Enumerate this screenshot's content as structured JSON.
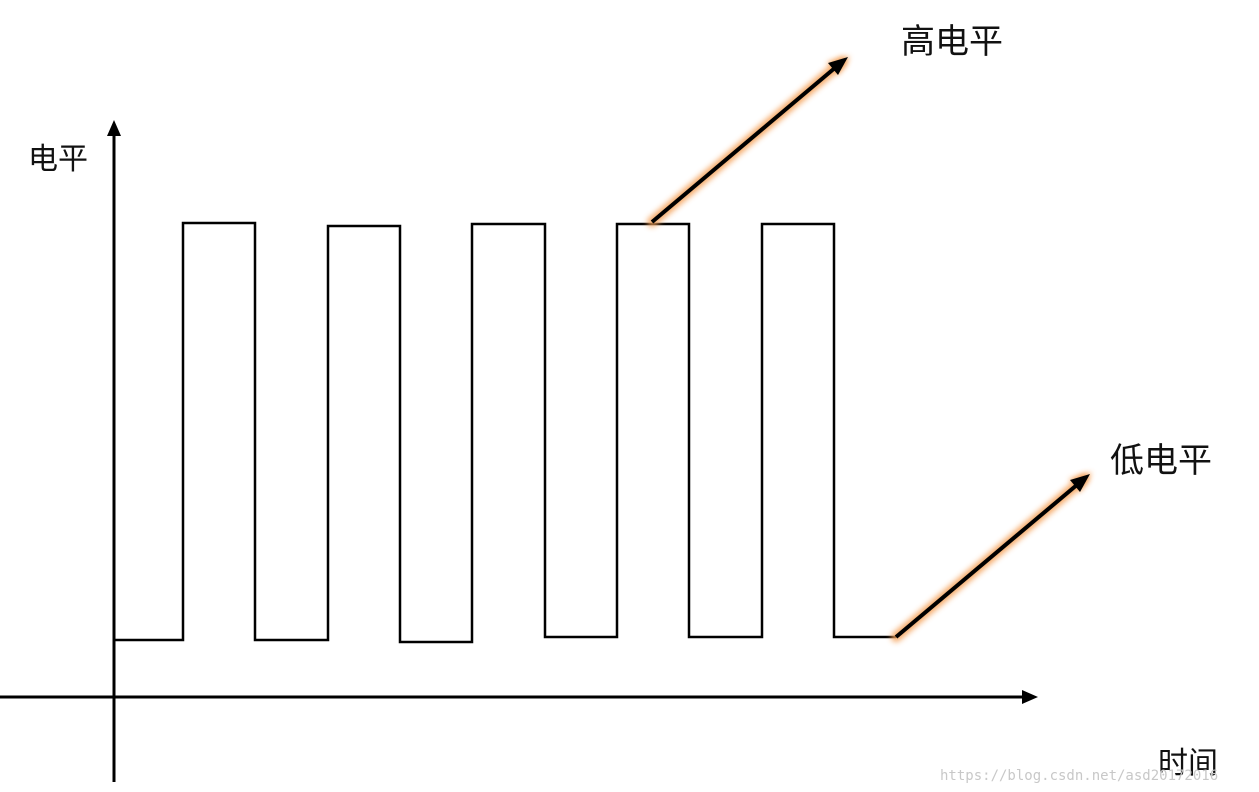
{
  "axes": {
    "y_label": "电平",
    "x_label": "时间"
  },
  "annotations": {
    "high_level": "高电平",
    "low_level": "低电平"
  },
  "watermark": "https://blog.csdn.net/asd20172016",
  "colors": {
    "line": "#000000",
    "arrow_glow": "#f5a25a",
    "background": "#ffffff"
  }
}
